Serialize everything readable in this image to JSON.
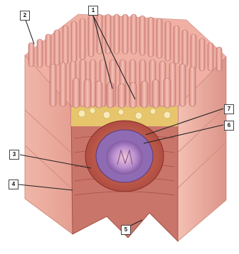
{
  "callouts": [
    {
      "id": "label-1",
      "text": "1"
    },
    {
      "id": "label-2",
      "text": "2"
    },
    {
      "id": "label-3",
      "text": "3"
    },
    {
      "id": "label-4",
      "text": "4"
    },
    {
      "id": "label-5",
      "text": "5"
    },
    {
      "id": "label-6",
      "text": "6"
    },
    {
      "id": "label-7",
      "text": "7"
    }
  ],
  "colors": {
    "mucosa_pink": "#f2b7ad",
    "villus_pink": "#eaa39a",
    "lymph_purple": "#7c5aa5",
    "fat_yellow": "#e6c76a",
    "muscle_red": "#c8564e"
  }
}
